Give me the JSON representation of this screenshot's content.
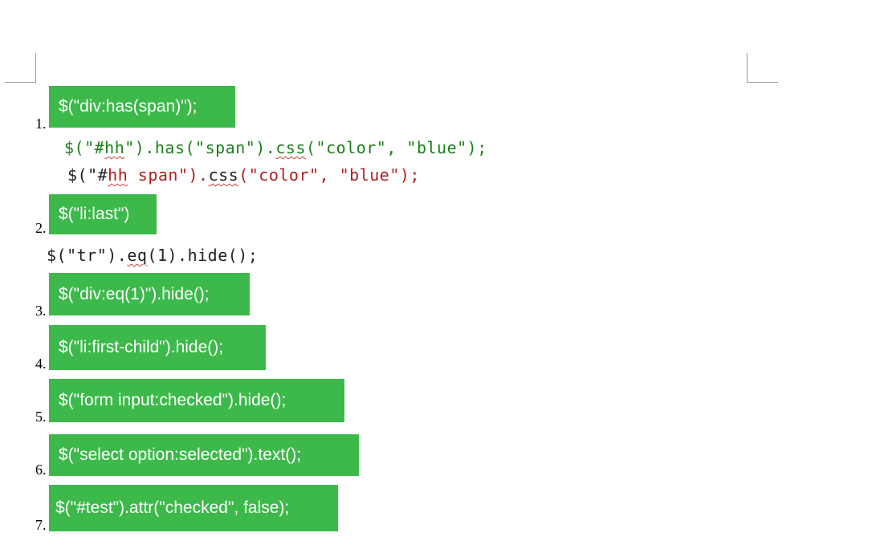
{
  "items": [
    {
      "number": "1.",
      "tag": "$(\"div:has(span)\");"
    },
    {
      "number": "2.",
      "tag": "$(\"li:last\")"
    },
    {
      "number": "3.",
      "tag": "$(\"div:eq(1)\").hide();"
    },
    {
      "number": "4.",
      "tag": "$(\"li:first-child\").hide();"
    },
    {
      "number": "5.",
      "tag": "$(\"form input:checked\").hide();"
    },
    {
      "number": "6.",
      "tag": "$(\"select option:selected\").text();"
    },
    {
      "number": "7.",
      "tag": "$(\"#test\").attr(\"checked\", false);"
    }
  ],
  "code_lines": {
    "line1": {
      "p1": "$(\"#",
      "p2": "hh",
      "p3": "\").has(\"span\").",
      "p4": "css",
      "p5": "(\"color\", \"blue\");"
    },
    "line2": {
      "p1": "$(\"#",
      "p2": "hh",
      "p3": " span\").",
      "p4": "css",
      "p5": "(\"color\", \"blue\");"
    },
    "line3": {
      "p1": "$(\"tr\").",
      "p2": "eq",
      "p3": "(1).hide();"
    }
  },
  "colors": {
    "tag_background": "#3cb94a",
    "code_green": "#1a7f1a",
    "code_red": "#b02020"
  }
}
